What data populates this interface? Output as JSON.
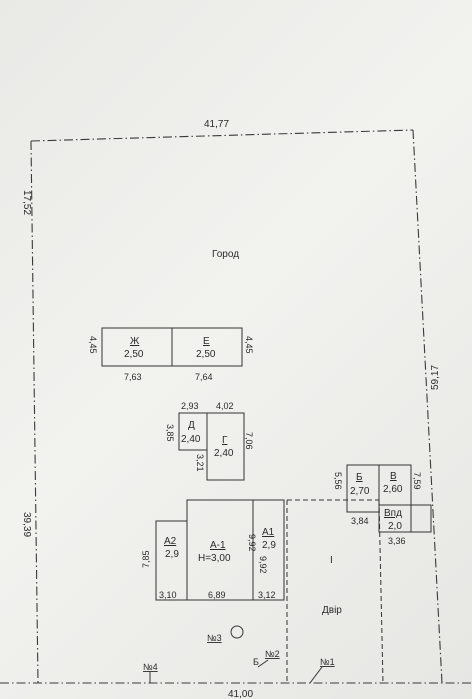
{
  "plot": {
    "top_length": "41,77",
    "left_upper_length": "17,52",
    "left_lower_length": "39,39",
    "right_length": "59,17",
    "bottom_length": "41,00",
    "garden_label": "Город",
    "yard_label": "Двір",
    "yard_roman": "І"
  },
  "buildings": {
    "zh": {
      "letter": "Ж",
      "height": "2,50",
      "depth": "4,45",
      "width": "7,63"
    },
    "ye": {
      "letter": "Е",
      "height": "2,50",
      "depth": "4,45",
      "width": "7,64"
    },
    "d": {
      "letter": "Д",
      "height": "2,40",
      "top_width": "2,93",
      "side": "3,85"
    },
    "g": {
      "letter": "Г",
      "height": "2,40",
      "top_width": "4,02",
      "side_right": "7,06",
      "side_left": "3,21"
    },
    "a2": {
      "letter": "А2",
      "height": "2,9",
      "side": "7,85",
      "width": "3,10"
    },
    "a_1": {
      "letter": "А-1",
      "height": "Н=3,00",
      "side": "9,92",
      "width": "6,89"
    },
    "a1": {
      "letter": "А1",
      "height": "2,9",
      "side": "9,92",
      "width": "3,12"
    },
    "b": {
      "letter": "Б",
      "height": "2,70",
      "side": "5,56",
      "width": "3,84"
    },
    "v": {
      "letter": "В",
      "height": "2,60",
      "side": "7,59"
    },
    "vpd": {
      "letter": "Впд",
      "height": "2,0",
      "width": "3,36"
    }
  },
  "markers": {
    "n1": "№1",
    "n2": "№2",
    "n3": "№3",
    "n4": "№4",
    "b": "Б"
  }
}
